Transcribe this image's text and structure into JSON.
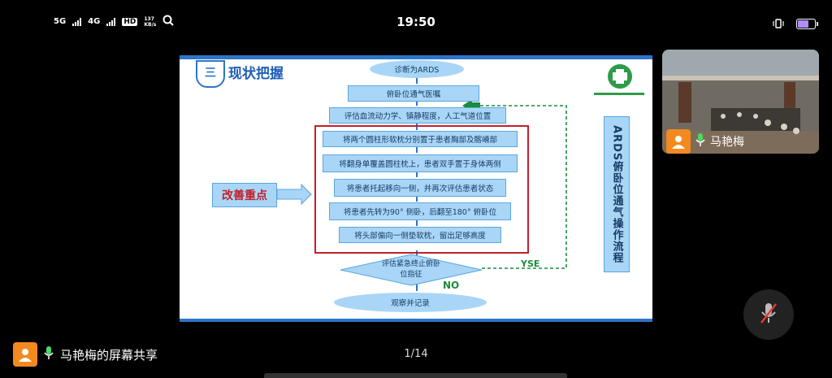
{
  "status": {
    "network1": "5G",
    "network2": "4G",
    "hd": "HD",
    "speed": "137\nKB/s",
    "time": "19:50",
    "battery_level": 0.7,
    "battery_color": "#b28cff"
  },
  "slide": {
    "section_number": "三",
    "section_title": "现状把握",
    "steps": [
      "诊断为ARDS",
      "俯卧位通气医嘱",
      "评估血流动力学、镇静程度，人工气道位置"
    ],
    "key_steps": [
      "将两个圆柱形软枕分别置于患者胸部及髂嵴部",
      "将翻身单覆盖圆柱枕上，患者双手置于身体两侧",
      "将患者托起移向一侧，并再次评估患者状态",
      "将患者先转为90° 侧卧，后翻至180° 俯卧位",
      "将头部偏向一侧垫软枕，留出足够高度"
    ],
    "decision": "评估紧急终止俯卧\n位指征",
    "yes_label": "YSE",
    "no_label": "NO",
    "final_step": "观察并记录",
    "focus_label": "改善重点",
    "side_title": "ARDS俯卧位通气操作流程",
    "accent_color": "#2e75c9",
    "box_color": "#a9d6f7",
    "frame_color": "#c0202a"
  },
  "video": {
    "participant_name": "马艳梅"
  },
  "bottom": {
    "share_label": "马艳梅的屏幕共享",
    "page_indicator": "1/14"
  }
}
